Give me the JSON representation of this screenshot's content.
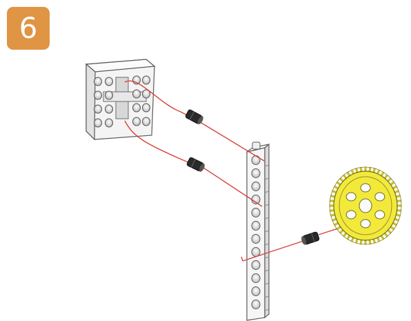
{
  "step": {
    "number": "6",
    "badge_color": "#DF9544",
    "text_color": "#FFFFFF"
  },
  "diagram": {
    "parts": [
      {
        "name": "rectangular-frame-block",
        "color": "#F4F4F4"
      },
      {
        "name": "long-perforated-rod",
        "color": "#F6F6F6"
      },
      {
        "name": "axle-connector-top",
        "color": "#2A2A2A"
      },
      {
        "name": "axle-connector-middle",
        "color": "#2A2A2A"
      },
      {
        "name": "axle-connector-right",
        "color": "#2A2A2A"
      },
      {
        "name": "gear-wheel",
        "color": "#F2E93A"
      }
    ],
    "assembly_line_color": "#D9413B",
    "outline_color": "#5A5A5A"
  }
}
